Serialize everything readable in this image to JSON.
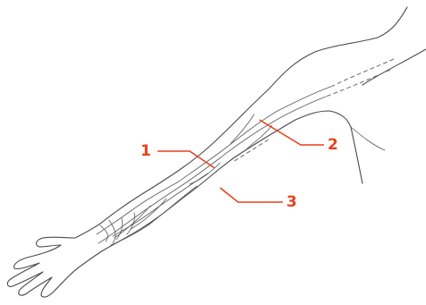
{
  "diagram": {
    "accent_color": "#e8401c",
    "callouts": [
      {
        "id": "1",
        "label": "1"
      },
      {
        "id": "2",
        "label": "2"
      },
      {
        "id": "3",
        "label": "3"
      }
    ]
  }
}
